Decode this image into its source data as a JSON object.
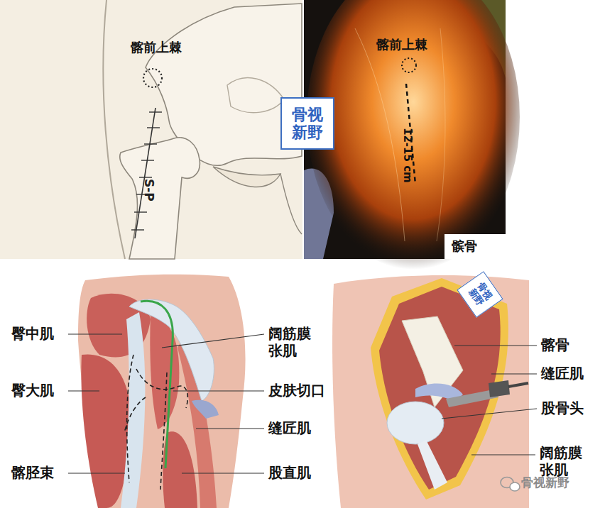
{
  "diagram": {
    "nodes": [
      {
        "text": [
          "骨视新野"
        ]
      },
      {
        "text": [
          "骨视新野"
        ]
      }
    ],
    "labels": [
      "髂前上棘",
      "S-P",
      "髂前上棘",
      "12-15 cm",
      "髌骨",
      "臀中肌",
      "臀大肌",
      "髂胫束",
      "阔筋膜张肌",
      "皮肤切口",
      "缝匠肌",
      "股直肌",
      "髂骨",
      "缝匠肌",
      "股骨头",
      "阔筋膜张肌",
      "骨视新野"
    ]
  }
}
